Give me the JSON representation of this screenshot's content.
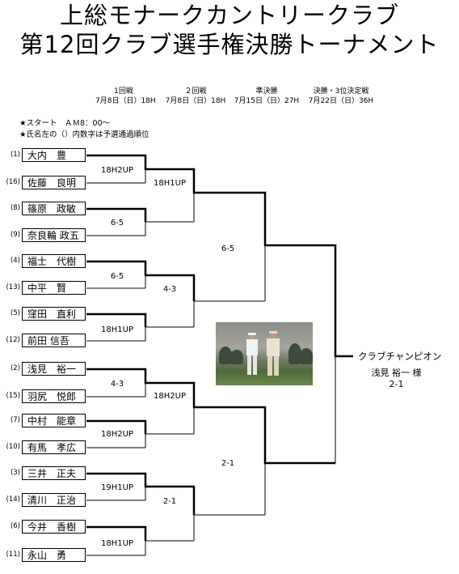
{
  "title_line1": "上総モナークカントリークラブ",
  "title_line2": "第12回クラブ選手権決勝トーナメント",
  "rounds": [
    {
      "name": "1回戦",
      "date": "7月8日（日）18H"
    },
    {
      "name": "２回戦",
      "date": "7月8日（日）18H"
    },
    {
      "name": "準決勝",
      "date": "7月15日（日）27H"
    },
    {
      "name": "決勝・3位決定戦",
      "date": "7月22日（日）36H"
    }
  ],
  "notes": [
    "★スタート　ＡＭ8：00～",
    "★氏名左の（）内数字は予選通過順位"
  ],
  "players": [
    {
      "seed": "(1)",
      "name": "大内　豊"
    },
    {
      "seed": "(16)",
      "name": "佐藤　良明"
    },
    {
      "seed": "(8)",
      "name": "篠原　政敏"
    },
    {
      "seed": "(9)",
      "name": "奈良輪 政五"
    },
    {
      "seed": "(4)",
      "name": "福士　代樹"
    },
    {
      "seed": "(13)",
      "name": "中平　賢"
    },
    {
      "seed": "(5)",
      "name": "窪田　直利"
    },
    {
      "seed": "(12)",
      "name": "前田 信吾"
    },
    {
      "seed": "(2)",
      "name": "浅見　裕一"
    },
    {
      "seed": "(15)",
      "name": "羽尻　悦郎"
    },
    {
      "seed": "(7)",
      "name": "中村　能章"
    },
    {
      "seed": "(10)",
      "name": "有馬　孝広"
    },
    {
      "seed": "(3)",
      "name": "三井　正夫"
    },
    {
      "seed": "(14)",
      "name": "清川　正治"
    },
    {
      "seed": "(6)",
      "name": "今井　香樹"
    },
    {
      "seed": "(11)",
      "name": "永山　勇"
    }
  ],
  "scores": {
    "r1": [
      "18H2UP",
      "6-5",
      "6-5",
      "18H1UP",
      "4-3",
      "18H2UP",
      "19H1UP",
      "18H1UP"
    ],
    "r2": [
      "18H1UP",
      "4-3",
      "18H2UP",
      "2-1"
    ],
    "sf": [
      "6-5",
      "2-1"
    ]
  },
  "champion": {
    "label": "クラブチャンピオン",
    "name": "浅見 裕一 様",
    "score": "2-1"
  }
}
